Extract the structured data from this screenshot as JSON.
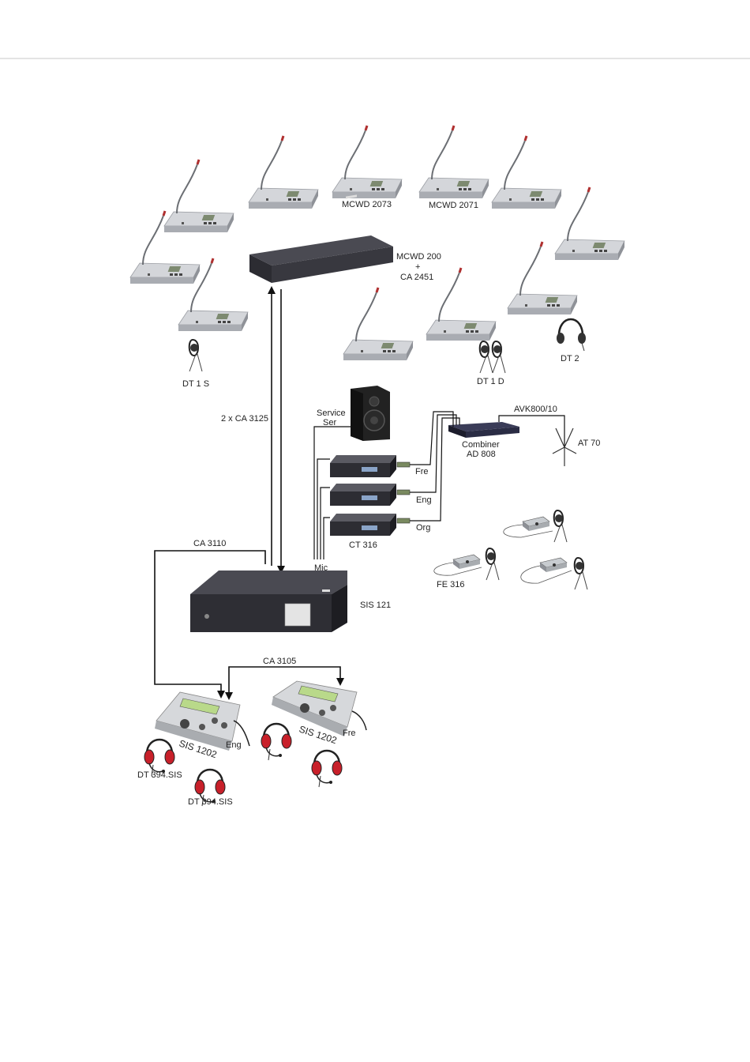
{
  "colors": {
    "rule": "#c8c8c8",
    "device_dark": "#3a3a42",
    "device_darker": "#26262c",
    "console_grey": "#c9ccd0",
    "console_top": "#e2e4e7",
    "lcd_green": "#b9d98a",
    "headphone_red": "#c8202a",
    "wire": "#111111"
  },
  "labels": {
    "mcwd_2073": "MCWD 2073",
    "mcwd_2071": "MCWD 2071",
    "mcwd_200": "MCWD 200",
    "plus": "+",
    "ca_2451": "CA 2451",
    "dt_1_s": "DT 1 S",
    "dt_1_d": "DT 1 D",
    "dt_2": "DT 2",
    "ca_3125": "2 x CA 3125",
    "service": "Service",
    "ser": "Ser",
    "avk": "AVK800/10",
    "combiner": "Combiner",
    "ad_808": "AD 808",
    "at_70": "AT 70",
    "fre_1": "Fre",
    "eng_1": "Eng",
    "org": "Org",
    "ct_316": "CT 316",
    "mic": "Mic",
    "fe_316": "FE 316",
    "ca_3110": "CA 3110",
    "sis_121": "SIS 121",
    "ca_3105": "CA 3105",
    "sis_1202_a": "SIS 1202",
    "sis_1202_b": "SIS 1202",
    "eng_2": "Eng",
    "fre_2": "Fre",
    "dt_394_a": "DT 394.SIS",
    "dt_394_b": "DT 394.SIS"
  }
}
